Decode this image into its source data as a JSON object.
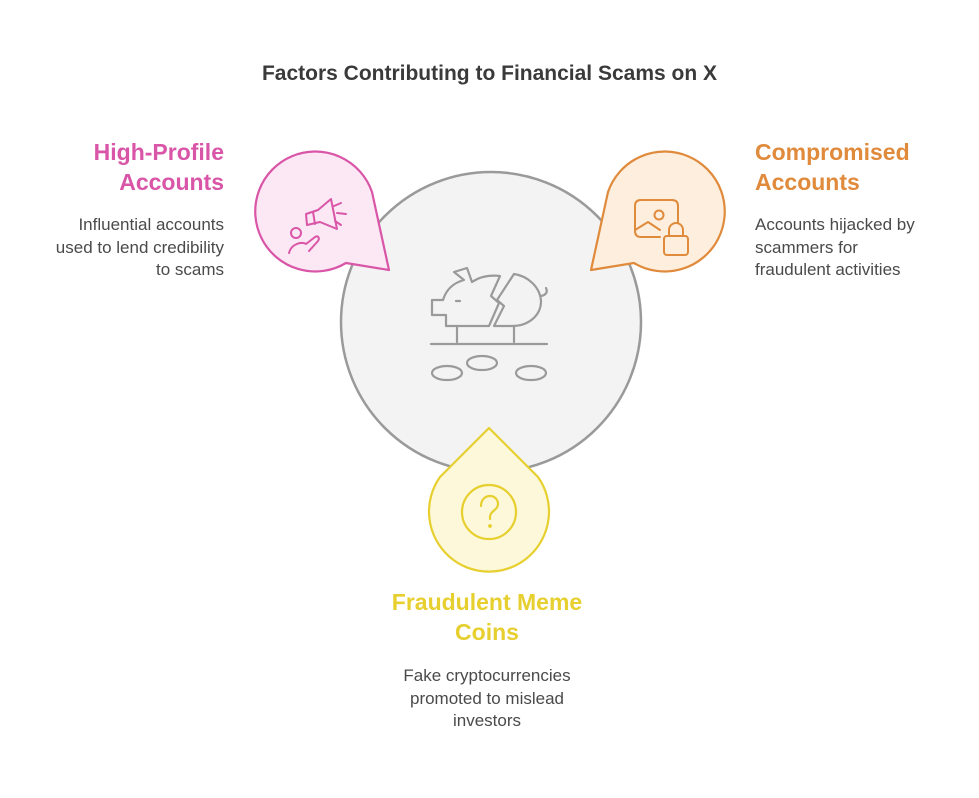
{
  "title": "Factors Contributing to Financial Scams on X",
  "center_icon": "broken-piggy-bank-icon",
  "factors": [
    {
      "heading": "High-Profile Accounts",
      "heading_lines": [
        "High-Profile",
        "Accounts"
      ],
      "description_lines": [
        "Influential accounts",
        "used to lend credibility",
        "to scams"
      ],
      "icon": "megaphone-icon",
      "color": "#d955a7",
      "fill": "#fce8f4"
    },
    {
      "heading": "Compromised Accounts",
      "heading_lines": [
        "Compromised",
        "Accounts"
      ],
      "description_lines": [
        "Accounts hijacked by",
        "scammers for",
        "fraudulent activities"
      ],
      "icon": "locked-image-icon",
      "color": "#e08a3c",
      "fill": "#fdeedd"
    },
    {
      "heading": "Fraudulent Meme Coins",
      "heading_lines": [
        "Fraudulent Meme",
        "Coins"
      ],
      "description_lines": [
        "Fake cryptocurrencies",
        "promoted to mislead",
        "investors"
      ],
      "icon": "question-mark-icon",
      "color": "#e6cf2e",
      "fill": "#fdf8d9"
    }
  ],
  "colors": {
    "center_fill": "#f3f3f3",
    "center_stroke": "#9a9a9a",
    "icon_gray": "#9a9a9a",
    "title": "#3a3a3a",
    "text": "#4a4a4a"
  }
}
